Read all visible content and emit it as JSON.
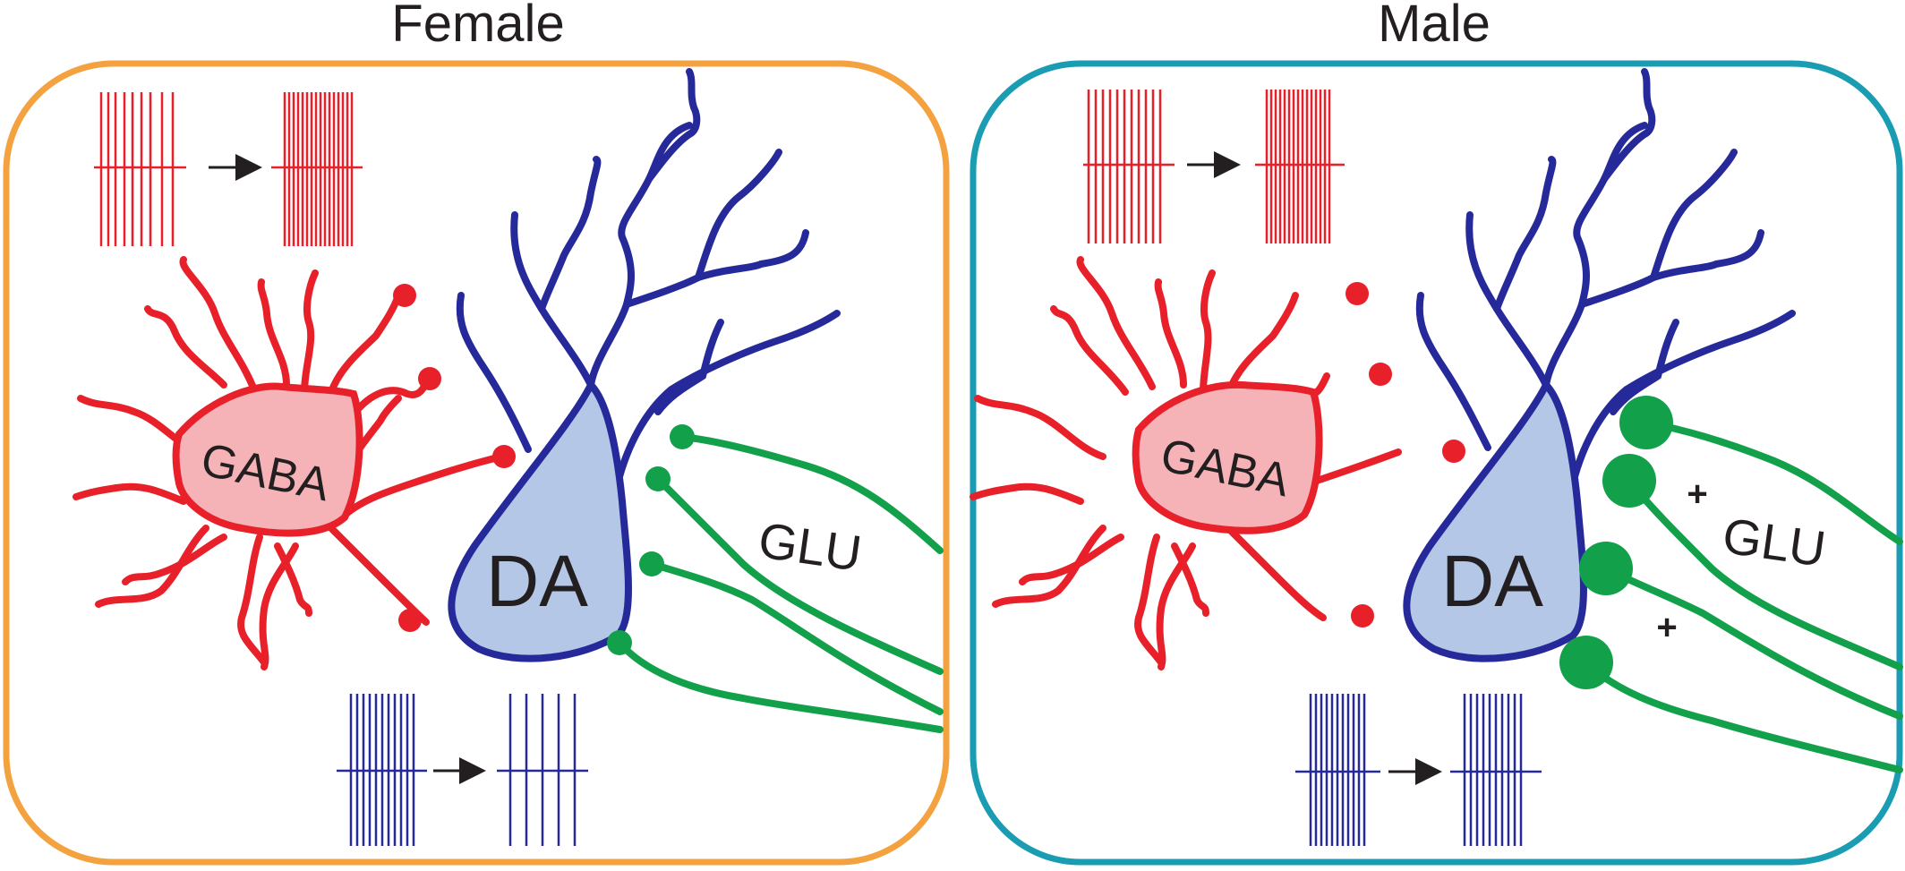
{
  "panels": [
    {
      "title": "Female",
      "frame_color": "#f4a23f",
      "gaba_label": "GABA",
      "da_label": "DA",
      "glu_label": "GLU",
      "glutamate_plus": false
    },
    {
      "title": "Male",
      "frame_color": "#1a9cb3",
      "gaba_label": "GABA",
      "da_label": "DA",
      "glu_label": "GLU",
      "glutamate_plus": true,
      "plus_marks": [
        "+",
        "+"
      ]
    }
  ],
  "colors": {
    "gaba_stroke": "#e8202a",
    "gaba_fill": "#f5b3b7",
    "da_stroke": "#26299a",
    "da_fill": "#b4c7e7",
    "glu": "#12a04a",
    "arrow": "#231f20"
  },
  "icons": {
    "transition_arrow": "right-arrow-icon"
  }
}
